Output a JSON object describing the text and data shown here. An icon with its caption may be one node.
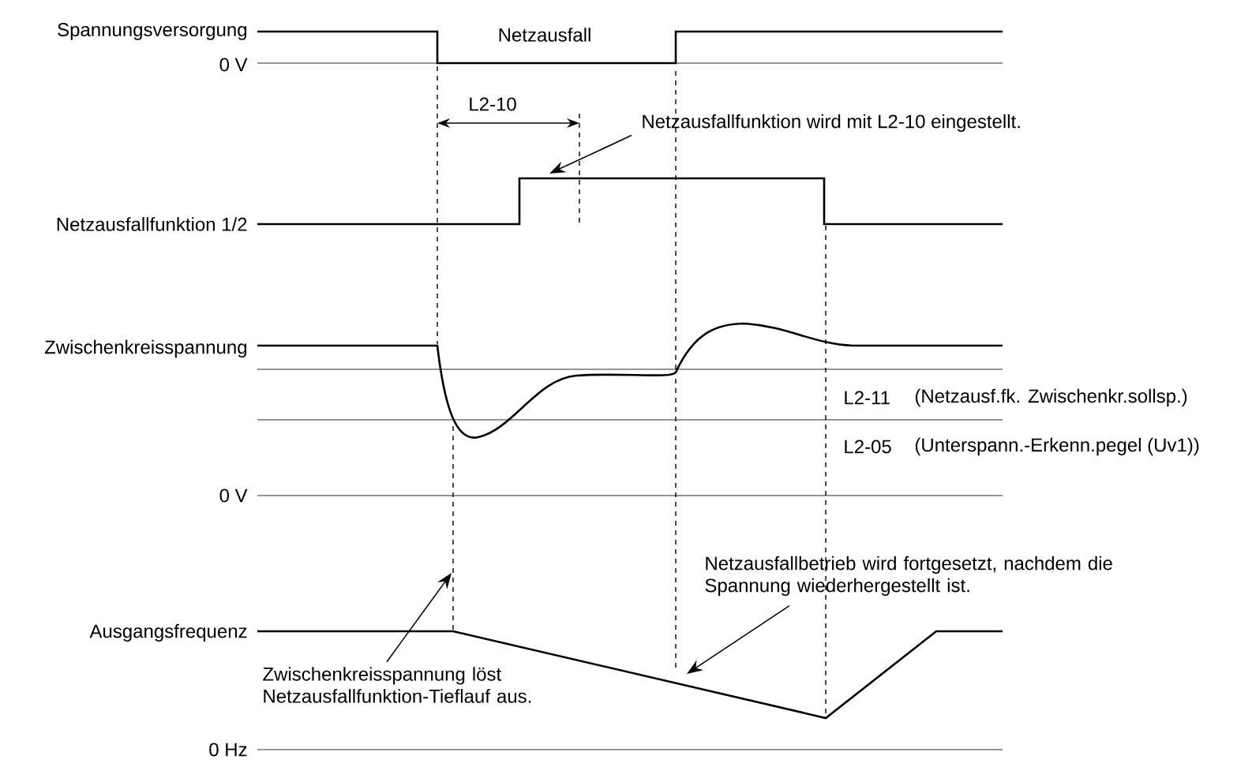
{
  "diagram": {
    "nodes": [
      {
        "text": [
          "Netzausfallfunktion wird mit L2-10 eingestellt."
        ]
      },
      {
        "text": [
          "Netzausfallbetrieb wird fortgesetzt, nachdem die Spannung wiederhergestellt ist."
        ]
      },
      {
        "text": [
          "Zwischenkreisspannung löst Netzausfallfunktion-Tieflauf aus."
        ]
      }
    ],
    "edges": [
      {
        "from": 0,
        "to": null,
        "arrow": "to"
      },
      {
        "from": 1,
        "to": null,
        "arrow": "to"
      },
      {
        "from": 2,
        "to": null,
        "arrow": "to"
      }
    ],
    "labels": [
      "Spannungsversorgung",
      "Netzausfall",
      "0 V",
      "L2-10",
      "Netzausfallfunktion 1/2",
      "Zwischenkreisspannung",
      "L2-11",
      "(Netzausf.fk. Zwischenkr.sollsp.)",
      "L2-05",
      "(Unterspann.-Erkenn.pegel (Uv1))",
      "0 V",
      "Ausgangsfrequenz",
      "0 Hz"
    ]
  }
}
